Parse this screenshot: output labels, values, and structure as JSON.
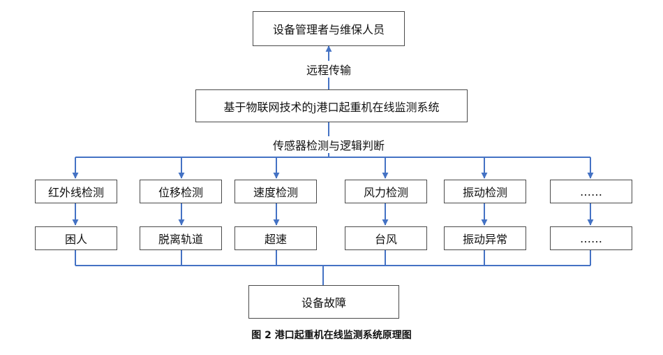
{
  "diagram": {
    "top_node": "设备管理者与维保人员",
    "label_remote": "远程传输",
    "system_node": "基于物联网技术的j港口起重机在线监测系统",
    "label_sensor": "传感器检测与逻辑判断",
    "detections": [
      "红外线检测",
      "位移检测",
      "速度检测",
      "风力检测",
      "振动检测",
      "……"
    ],
    "faults": [
      "困人",
      "脱离轨道",
      "超速",
      "台风",
      "振动异常",
      "……"
    ],
    "bottom_node": "设备故障",
    "caption": "图 2   港口起重机在线监测系统原理图",
    "line_color": "#4472c4"
  }
}
